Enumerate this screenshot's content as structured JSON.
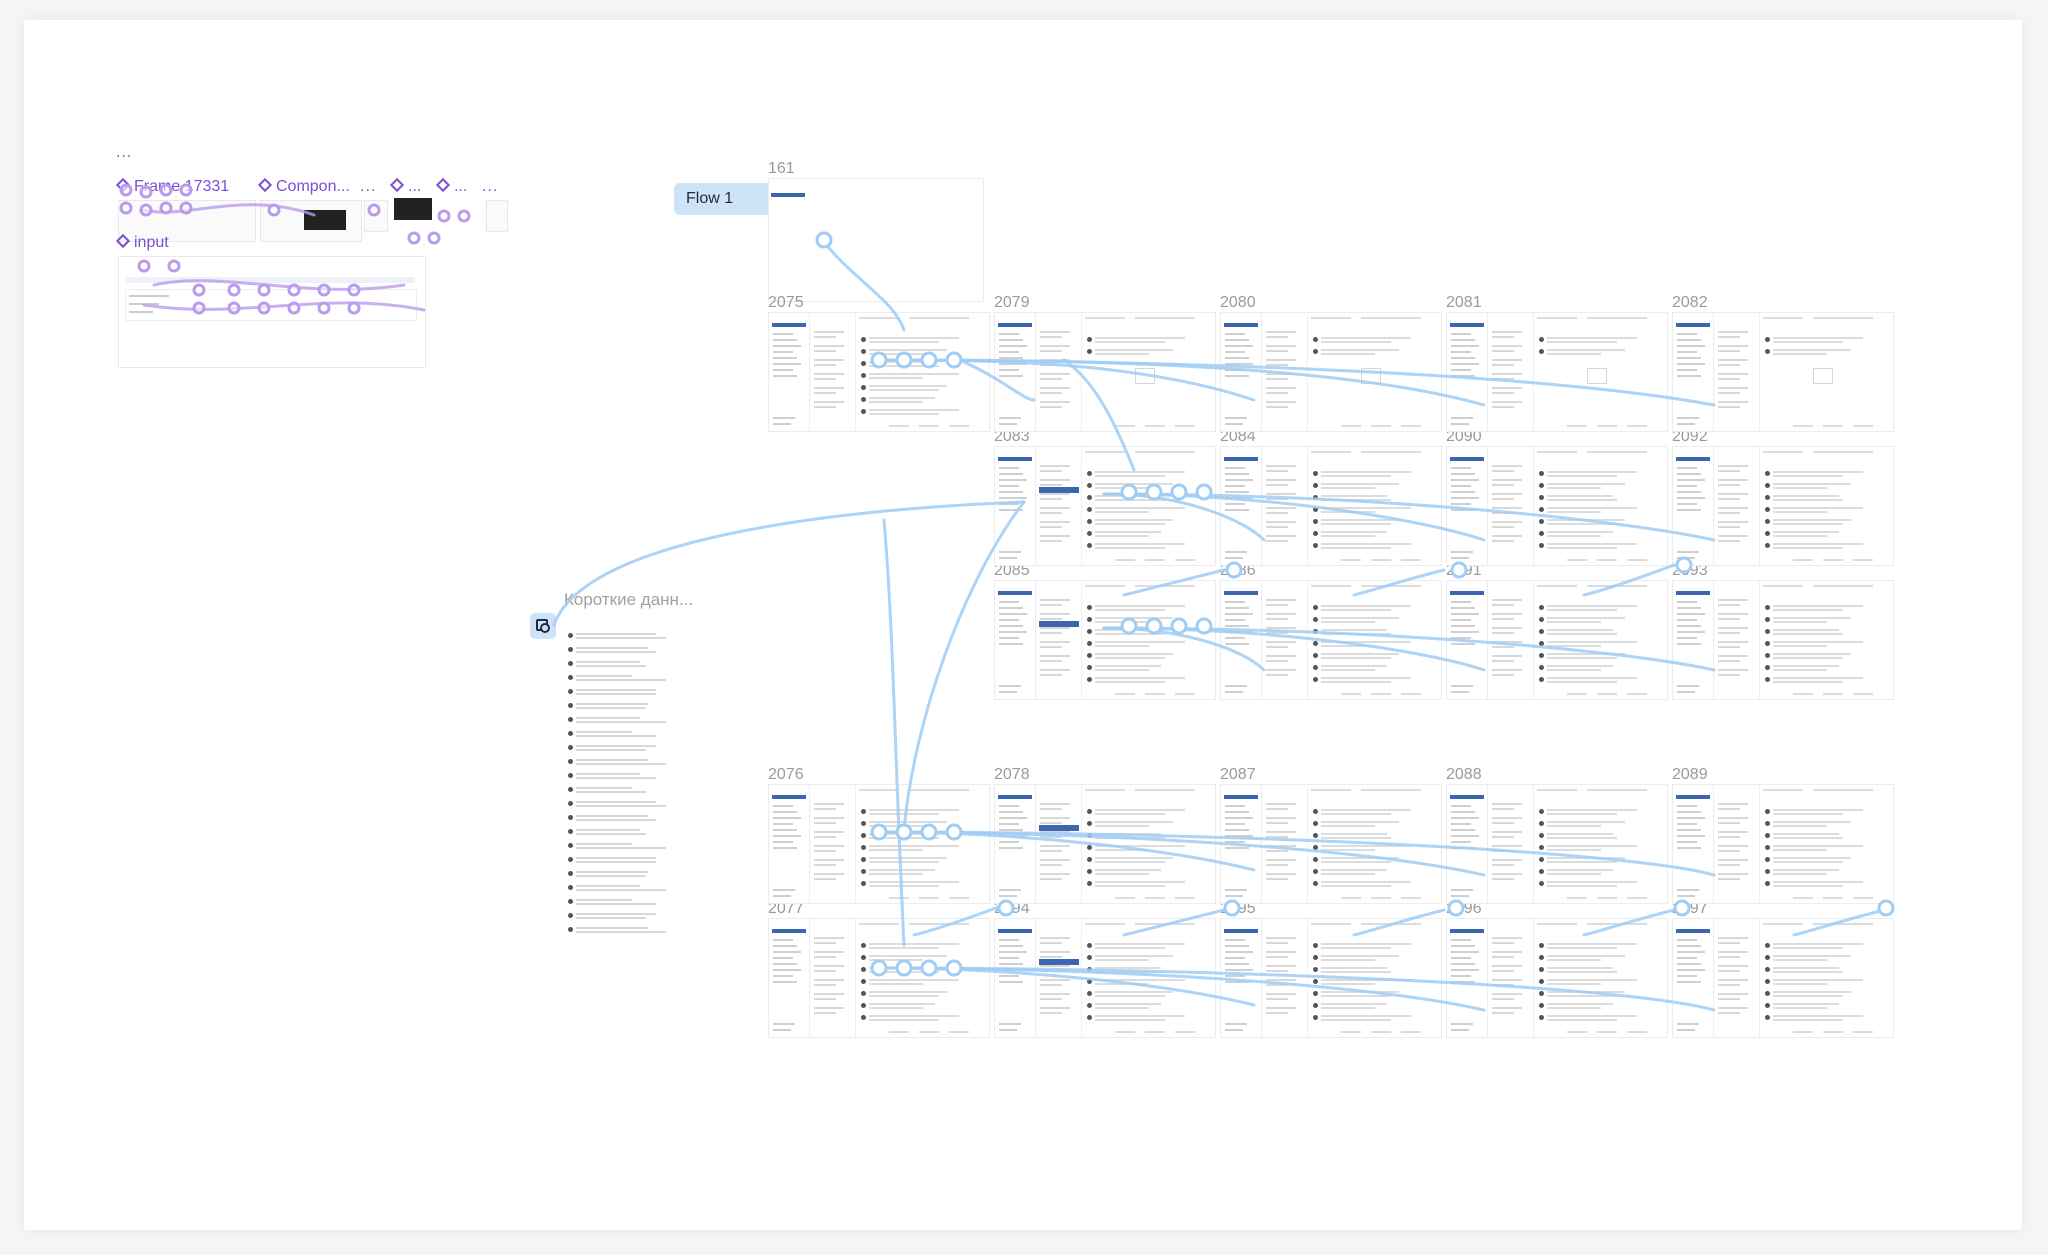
{
  "canvas": {
    "background": "#ffffff",
    "page_background": "#f5f5f5"
  },
  "colors": {
    "connection": "#9fcdf4",
    "component": "#7b4ed6",
    "accent": "#3c66b1"
  },
  "components": {
    "dots_top": "...",
    "frame_label": "Frame 17331",
    "component_label": "Compon...",
    "ellipsis": "...",
    "input_label": "input"
  },
  "flow": {
    "label": "Flow 1",
    "icon": "play-icon"
  },
  "start_point": {
    "title": "Короткие данн...",
    "icon": "flag-icon"
  },
  "frames": {
    "f161": "161",
    "f2075": "2075",
    "f2079": "2079",
    "f2080": "2080",
    "f2081": "2081",
    "f2082": "2082",
    "f2083": "2083",
    "f2084": "2084",
    "f2090": "2090",
    "f2092": "2092",
    "f2085": "2085",
    "f2086": "2086",
    "f2091": "2091",
    "f2093": "2093",
    "f2076": "2076",
    "f2078": "2078",
    "f2087": "2087",
    "f2088": "2088",
    "f2089": "2089",
    "f2077": "2077",
    "f2094": "2094",
    "f2095": "2095",
    "f2096": "2096",
    "f2097": "2097"
  }
}
